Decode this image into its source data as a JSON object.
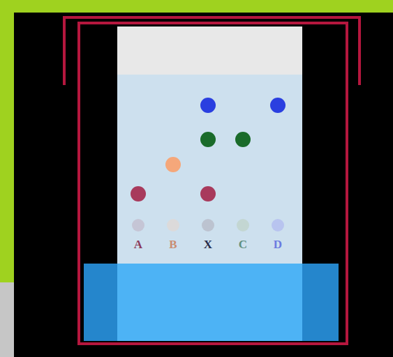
{
  "diagram": {
    "labels": [
      "A",
      "B",
      "X",
      "C",
      "D"
    ]
  }
}
